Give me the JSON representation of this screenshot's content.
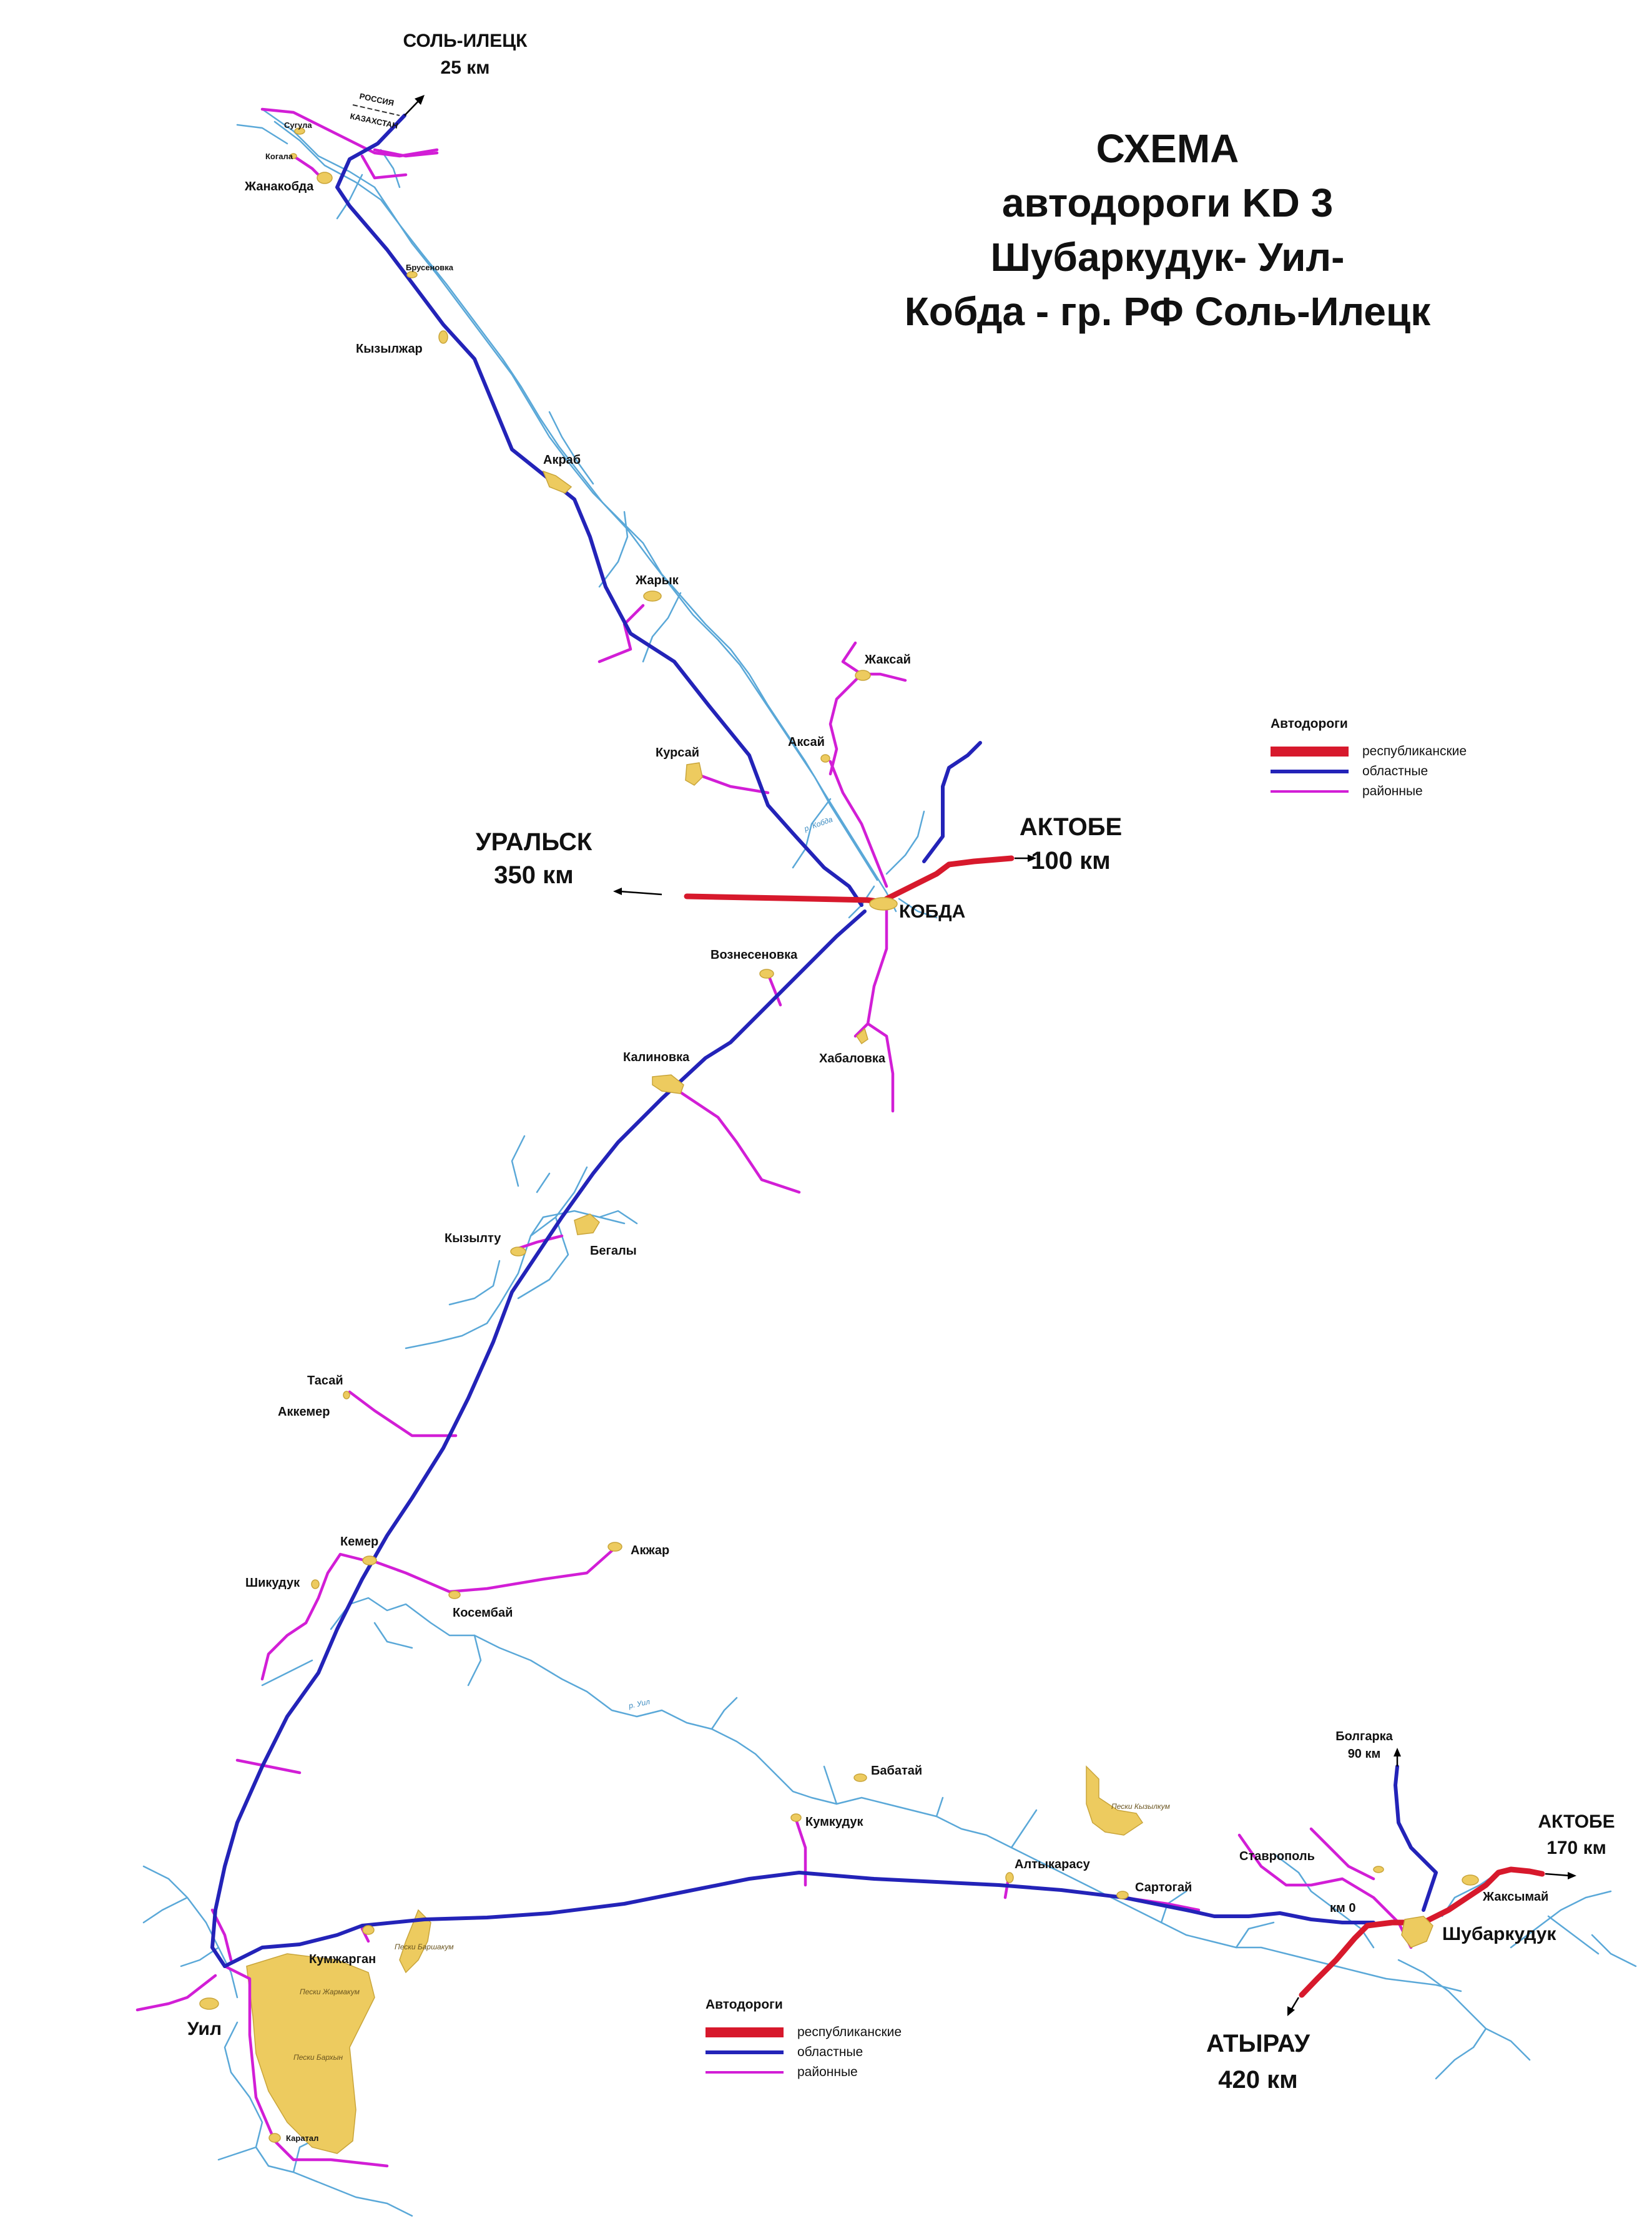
{
  "title": {
    "line1": "СХЕМА",
    "line2": "автодороги KD 3",
    "line3": "Шубаркудук- Уил-",
    "line4": "Кобда - гр. РФ Соль-Илецк"
  },
  "legend": {
    "title": "Автодороги",
    "items": [
      {
        "label": "республиканские",
        "color": "#d7192c",
        "icon": "thick-red-line"
      },
      {
        "label": "областные",
        "color": "#2323b8",
        "icon": "blue-line"
      },
      {
        "label": "районные",
        "color": "#d21ed6",
        "icon": "magenta-line"
      }
    ]
  },
  "destinations": {
    "sol_iletsk": {
      "name": "СОЛЬ-ИЛЕЦК",
      "dist": "25 км"
    },
    "uralsk": {
      "name": "УРАЛЬСК",
      "dist": "350 км"
    },
    "aktobe_north": {
      "name": "АКТОБЕ",
      "dist": "100 км"
    },
    "aktobe_south": {
      "name": "АКТОБЕ",
      "dist": "170 км"
    },
    "atyrau": {
      "name": "АТЫРАУ",
      "dist": "420 км"
    },
    "bolgarka": {
      "name": "Болгарка",
      "dist": "90 км"
    }
  },
  "border": {
    "russia": "РОССИЯ",
    "kazakhstan": "КАЗАХСТАН"
  },
  "km_zero": "км 0",
  "towns": {
    "kobda": "КОБДА",
    "shubarkuduk": "Шубаркудук",
    "uil": "Уил",
    "sugula": "Сугула",
    "kogala": "Когала",
    "zhanakobda": "Жанакобда",
    "bruslenovka": "Брусеновка",
    "kyzylzhar": "Кызылжар",
    "akrab": "Акраб",
    "zharyk": "Жарык",
    "zhaksai": "Жаксай",
    "aksai": "Аксай",
    "kursai": "Курсай",
    "voznesenovka": "Вознесеновка",
    "khabalovka": "Хабаловка",
    "kalinovka": "Калиновка",
    "kyzyltu": "Кызылту",
    "begaly": "Бегалы",
    "tasai": "Тасай",
    "akkemer": "Аккемер",
    "kemer": "Кемер",
    "akzhar": "Акжар",
    "shikuduk": "Шикудук",
    "kosembai": "Косембай",
    "babatai": "Бабатай",
    "kumkuduk": "Кумкудук",
    "altykarasu": "Алтыкарасу",
    "sartogai": "Сартогай",
    "stavropol": "Ставрополь",
    "zhaksymai": "Жаксымай",
    "kumzhargan": "Кумжарган",
    "karatal": "Каратал"
  },
  "rivers": {
    "kobda": "р. Кобда",
    "oil": "р. Уил"
  },
  "sands": {
    "zharmaqum": "Пески Жармакум",
    "barkhyn": "Пески Бархын",
    "barshakum": "Пески Баршакум",
    "kyzylkum": "Пески Кызылкум"
  }
}
